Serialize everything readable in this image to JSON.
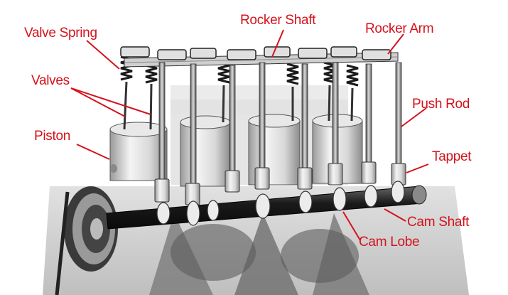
{
  "labels": {
    "valve_spring": "Valve Spring",
    "valves": "Valves",
    "piston": "Piston",
    "rocker_shaft": "Rocker Shaft",
    "rocker_arm": "Rocker Arm",
    "push_rod": "Push Rod",
    "tappet": "Tappet",
    "cam_shaft": "Cam Shaft",
    "cam_lobe": "Cam Lobe"
  },
  "colors": {
    "label": "#d4121c",
    "leader": "#d4121c",
    "metal_light": "#eeeeee",
    "metal_mid": "#b5b5b5",
    "metal_dark": "#2a2a2a"
  }
}
